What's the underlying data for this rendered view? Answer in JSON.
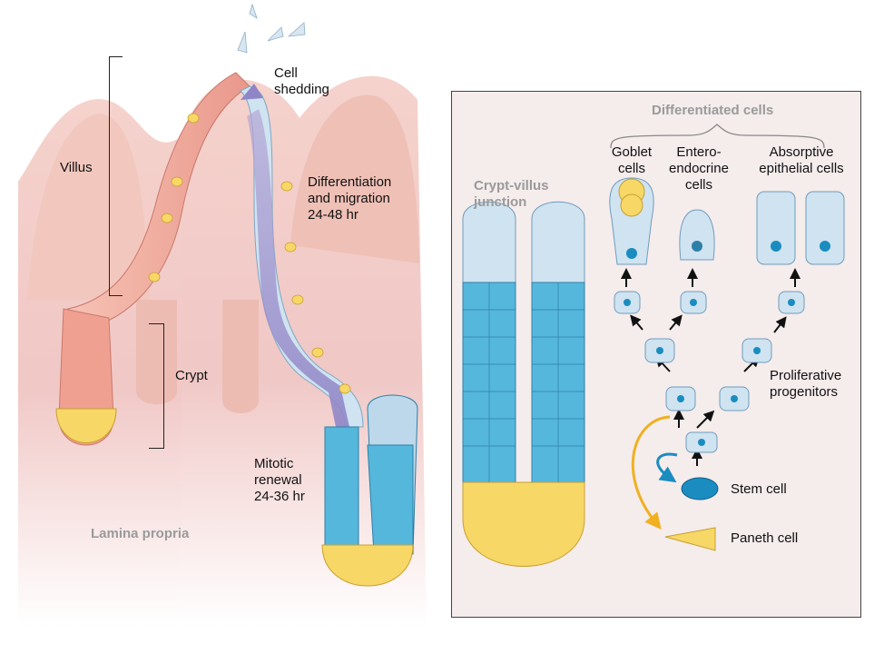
{
  "left_panel": {
    "labels": {
      "villus": "Villus",
      "crypt": "Crypt",
      "lamina_propria": "Lamina propria",
      "cell_shedding": "Cell\nshedding",
      "differentiation": "Differentiation\nand migration\n24-48 hr",
      "mitotic_renewal": "Mitotic\nrenewal\n24-36 hr"
    }
  },
  "right_panel": {
    "labels": {
      "crypt_villus_junction": "Crypt-villus\njunction",
      "differentiated_cells": "Differentiated cells",
      "goblet_cells": "Goblet\ncells",
      "enteroendocrine_cells": "Entero-\nendocrine\ncells",
      "absorptive_cells": "Absorptive\nepithelial cells",
      "proliferative_progenitors": "Proliferative\nprogenitors",
      "stem_cell": "Stem cell",
      "paneth_cell": "Paneth cell"
    }
  },
  "colors": {
    "villus_pink": "#f2b6a8",
    "epithelium_blue": "#56b7dc",
    "paneth_yellow": "#f7d766",
    "arrow_orange": "#f0b020",
    "stem_blue": "#1a8cc0",
    "panel_bg": "#f5ecec"
  }
}
